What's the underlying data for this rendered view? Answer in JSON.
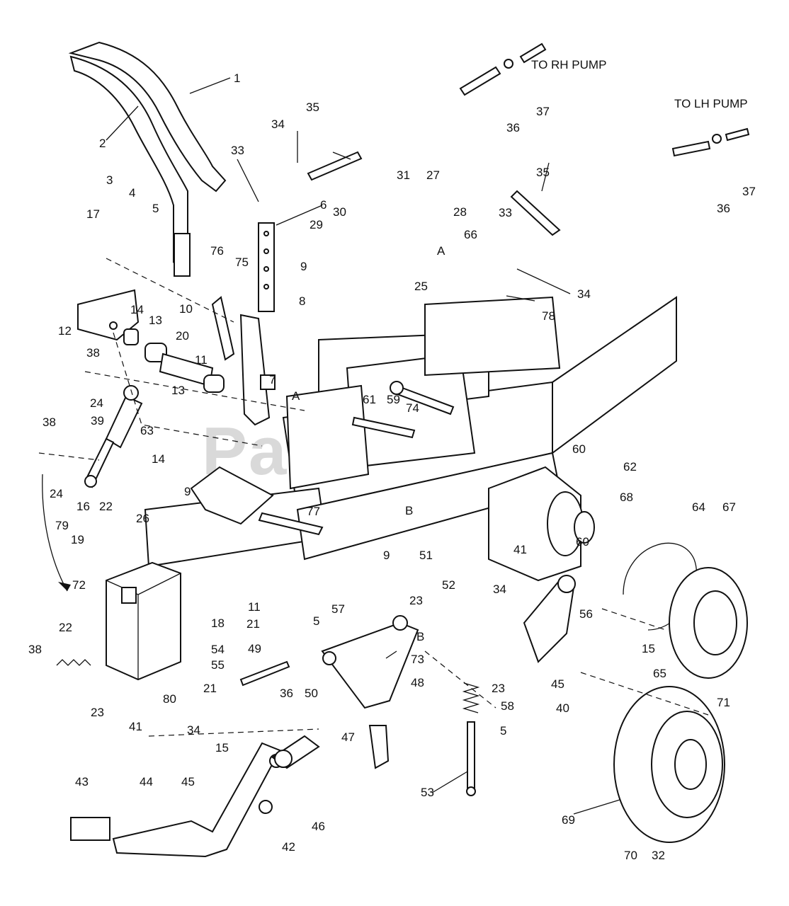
{
  "watermark": "PartsTree",
  "trademark": "™",
  "notes": {
    "rh_pump": "TO RH PUMP",
    "lh_pump": "TO LH PUMP",
    "ref_a1": "A",
    "ref_a2": "A",
    "ref_b1": "B",
    "ref_b2": "B"
  },
  "callouts": [
    "1",
    "2",
    "3",
    "4",
    "5",
    "17",
    "35",
    "34",
    "33",
    "31",
    "27",
    "28",
    "6",
    "29",
    "30",
    "66",
    "33",
    "35",
    "34",
    "25",
    "78",
    "76",
    "75",
    "9",
    "8",
    "10",
    "12",
    "14",
    "13",
    "20",
    "11",
    "7",
    "38",
    "24",
    "63",
    "13",
    "61",
    "59",
    "74",
    "39",
    "38",
    "14",
    "24",
    "9",
    "16",
    "22",
    "26",
    "77",
    "60",
    "62",
    "79",
    "19",
    "68",
    "64",
    "67",
    "9",
    "51",
    "52",
    "41",
    "60",
    "72",
    "18",
    "11",
    "5",
    "57",
    "23",
    "34",
    "56",
    "21",
    "38",
    "22",
    "54",
    "55",
    "49",
    "36",
    "50",
    "73",
    "15",
    "23",
    "80",
    "21",
    "65",
    "40",
    "45",
    "58",
    "23",
    "41",
    "34",
    "48",
    "47",
    "5",
    "15",
    "71",
    "46",
    "53",
    "69",
    "43",
    "44",
    "45",
    "42",
    "70",
    "32",
    "36",
    "37",
    "36",
    "37"
  ]
}
